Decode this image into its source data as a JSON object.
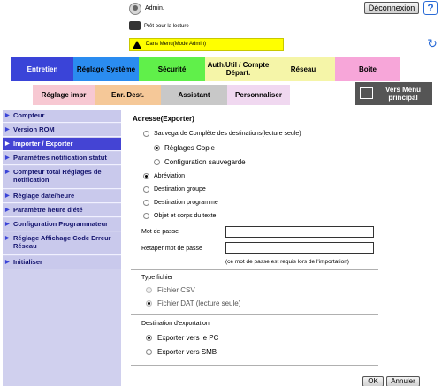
{
  "header": {
    "user": "Admin.",
    "logout_label": "Déconnexion",
    "status": "Prêt pour la lecture",
    "mode_warning": "Dans Menu(Mode Admin)"
  },
  "tabs": [
    {
      "label": "Entretien"
    },
    {
      "label": "Réglage Système"
    },
    {
      "label": "Sécurité"
    },
    {
      "label": "Auth.Util / Compte Départ."
    },
    {
      "label": "Réseau"
    },
    {
      "label": "Boîte"
    }
  ],
  "subtabs": [
    {
      "label": "Réglage impr"
    },
    {
      "label": "Enr. Dest."
    },
    {
      "label": "Assistant"
    },
    {
      "label": "Personnaliser"
    }
  ],
  "menu_button_label": "Vers Menu principal",
  "sidebar": {
    "items": [
      {
        "label": "Compteur"
      },
      {
        "label": "Version ROM"
      },
      {
        "label": "Importer / Exporter"
      },
      {
        "label": "Paramètres notification statut"
      },
      {
        "label": "Compteur total Réglages de notification"
      },
      {
        "label": "Réglage date/heure"
      },
      {
        "label": "Paramètre heure d'été"
      },
      {
        "label": "Configuration Programmateur"
      },
      {
        "label": "Réglage Affichage Code Erreur Réseau"
      },
      {
        "label": "Initialiser"
      }
    ]
  },
  "main": {
    "title": "Adresse(Exporter)",
    "opt_full": "Sauvegarde Complète des destinations(lecture seule)",
    "opt_copy": "Réglages Copie",
    "opt_config": "Configuration sauvegarde",
    "opt_abbr": "Abréviation",
    "opt_group": "Destination groupe",
    "opt_program": "Destination programme",
    "opt_subject": "Objet et corps du texte",
    "password_label": "Mot de passe",
    "password_confirm_label": "Retaper mot de passe",
    "password_note": "(ce mot de passe est requis lors de l'importation)",
    "file_type_title": "Type fichier",
    "file_csv": "Fichier CSV",
    "file_dat": "Fichier DAT (lecture seule)",
    "dest_title": "Destination d'exportation",
    "dest_pc": "Exporter vers le PC",
    "dest_smb": "Exporter vers SMB"
  },
  "footer": {
    "ok_label": "OK",
    "cancel_label": "Annuler"
  }
}
